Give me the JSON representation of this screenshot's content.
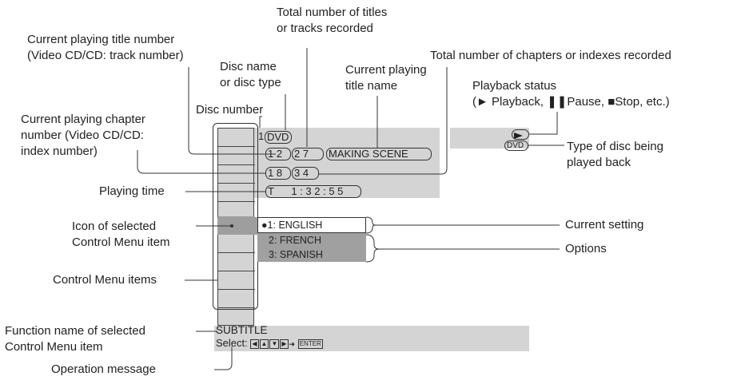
{
  "callouts": {
    "total_titles": [
      "Total number of titles",
      "or tracks recorded"
    ],
    "current_title_number": [
      "Current playing title number",
      "(Video CD/CD: track number)"
    ],
    "disc_name": [
      "Disc name",
      "or disc type"
    ],
    "current_title_name": [
      "Current playing",
      "title name"
    ],
    "total_chapters": "Total number of chapters or indexes recorded",
    "playback_status": [
      "Playback status",
      "(► Playback, ❚❚Pause, ■Stop, etc.)"
    ],
    "disc_number": "Disc number",
    "current_chapter_number": [
      "Current playing chapter",
      "number (Video CD/CD:",
      "index number)"
    ],
    "disc_type": [
      "Type of disc being",
      "played back"
    ],
    "playing_time": "Playing time",
    "icon_selected": [
      "Icon of selected",
      "Control Menu item"
    ],
    "current_setting": "Current setting",
    "options": "Options",
    "control_menu_items": "Control Menu items",
    "function_name": [
      "Function name of selected",
      "Control Menu item"
    ],
    "operation_message": "Operation message"
  },
  "screen": {
    "disc_number": "1",
    "disc_type_name": "DVD",
    "title_number": "1 2",
    "total_titles": "2 7",
    "title_name": "MAKING SCENE",
    "chapter_number": "1 8",
    "total_chapters": "3 4",
    "time_mode": "T",
    "time": "1 : 3 2 : 5 5",
    "disc_type_badge": "DVD",
    "status_icon": "play-icon",
    "options": [
      "●1: ENGLISH",
      "2: FRENCH",
      "3: SPANISH"
    ],
    "function_name": "SUBTITLE",
    "select_label": "Select:",
    "enter_key": "ENTER"
  },
  "colors": {
    "screen_gray": "#d4d4d4",
    "option_gray": "#a0a0a0",
    "icon_cell_gray": "#9e9e9e",
    "line": "#333333"
  }
}
